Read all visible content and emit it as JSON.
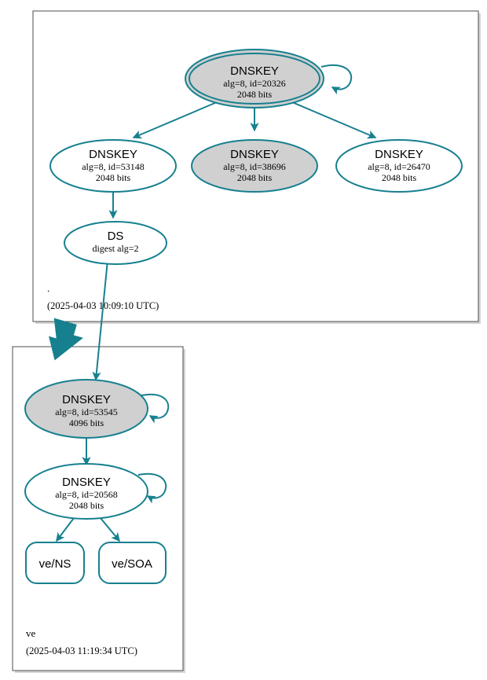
{
  "diagram": {
    "type": "dnssec-authentication-chain",
    "colors": {
      "edge": "#17808f",
      "node_stroke": "#17808f",
      "node_fill_secure": "#d0d0d0",
      "node_fill_plain": "#ffffff",
      "cluster_border": "#4d4d4d",
      "cluster_shadow": "#b3b3b3",
      "text": "#000000",
      "background": "#ffffff"
    }
  },
  "clusters": [
    {
      "id": "root-zone",
      "zone_label": ".",
      "timestamp": "(2025-04-03 10:09:10 UTC)"
    },
    {
      "id": "ve-zone",
      "zone_label": "ve",
      "timestamp": "(2025-04-03 11:19:34 UTC)"
    }
  ],
  "nodes": [
    {
      "id": "root-ksk-20326",
      "shape": "doubleellipse",
      "fill": "secure",
      "title": "DNSKEY",
      "line2": "alg=8, id=20326",
      "line3": "2048 bits",
      "self_signed": true
    },
    {
      "id": "root-zsk-53148",
      "shape": "ellipse",
      "fill": "plain",
      "title": "DNSKEY",
      "line2": "alg=8, id=53148",
      "line3": "2048 bits",
      "self_signed": false
    },
    {
      "id": "root-zsk-38696",
      "shape": "ellipse",
      "fill": "secure",
      "title": "DNSKEY",
      "line2": "alg=8, id=38696",
      "line3": "2048 bits",
      "self_signed": false
    },
    {
      "id": "root-zsk-26470",
      "shape": "ellipse",
      "fill": "plain",
      "title": "DNSKEY",
      "line2": "alg=8, id=26470",
      "line3": "2048 bits",
      "self_signed": false
    },
    {
      "id": "ds-ve",
      "shape": "ellipse",
      "fill": "plain",
      "title": "DS",
      "line2": "digest alg=2",
      "line3": "",
      "self_signed": false
    },
    {
      "id": "ve-ksk-53545",
      "shape": "ellipse",
      "fill": "secure",
      "title": "DNSKEY",
      "line2": "alg=8, id=53545",
      "line3": "4096 bits",
      "self_signed": true
    },
    {
      "id": "ve-zsk-20568",
      "shape": "ellipse",
      "fill": "plain",
      "title": "DNSKEY",
      "line2": "alg=8, id=20568",
      "line3": "2048 bits",
      "self_signed": true
    },
    {
      "id": "rrset-ve-ns",
      "shape": "roundrect",
      "fill": "plain",
      "title": "ve/NS",
      "line2": "",
      "line3": "",
      "self_signed": false
    },
    {
      "id": "rrset-ve-soa",
      "shape": "roundrect",
      "fill": "plain",
      "title": "ve/SOA",
      "line2": "",
      "line3": "",
      "self_signed": false
    }
  ],
  "edges": [
    {
      "from": "root-ksk-20326",
      "to": "root-zsk-53148",
      "style": "thin"
    },
    {
      "from": "root-ksk-20326",
      "to": "root-zsk-38696",
      "style": "thin"
    },
    {
      "from": "root-ksk-20326",
      "to": "root-zsk-26470",
      "style": "thin"
    },
    {
      "from": "root-zsk-53148",
      "to": "ds-ve",
      "style": "thin"
    },
    {
      "from": "ds-ve",
      "to": "ve-ksk-53545",
      "style": "thin"
    },
    {
      "from": "root-zone",
      "to": "ve-zone",
      "style": "thick-delegation"
    },
    {
      "from": "ve-ksk-53545",
      "to": "ve-zsk-20568",
      "style": "thin"
    },
    {
      "from": "ve-zsk-20568",
      "to": "rrset-ve-ns",
      "style": "thin"
    },
    {
      "from": "ve-zsk-20568",
      "to": "rrset-ve-soa",
      "style": "thin"
    }
  ]
}
